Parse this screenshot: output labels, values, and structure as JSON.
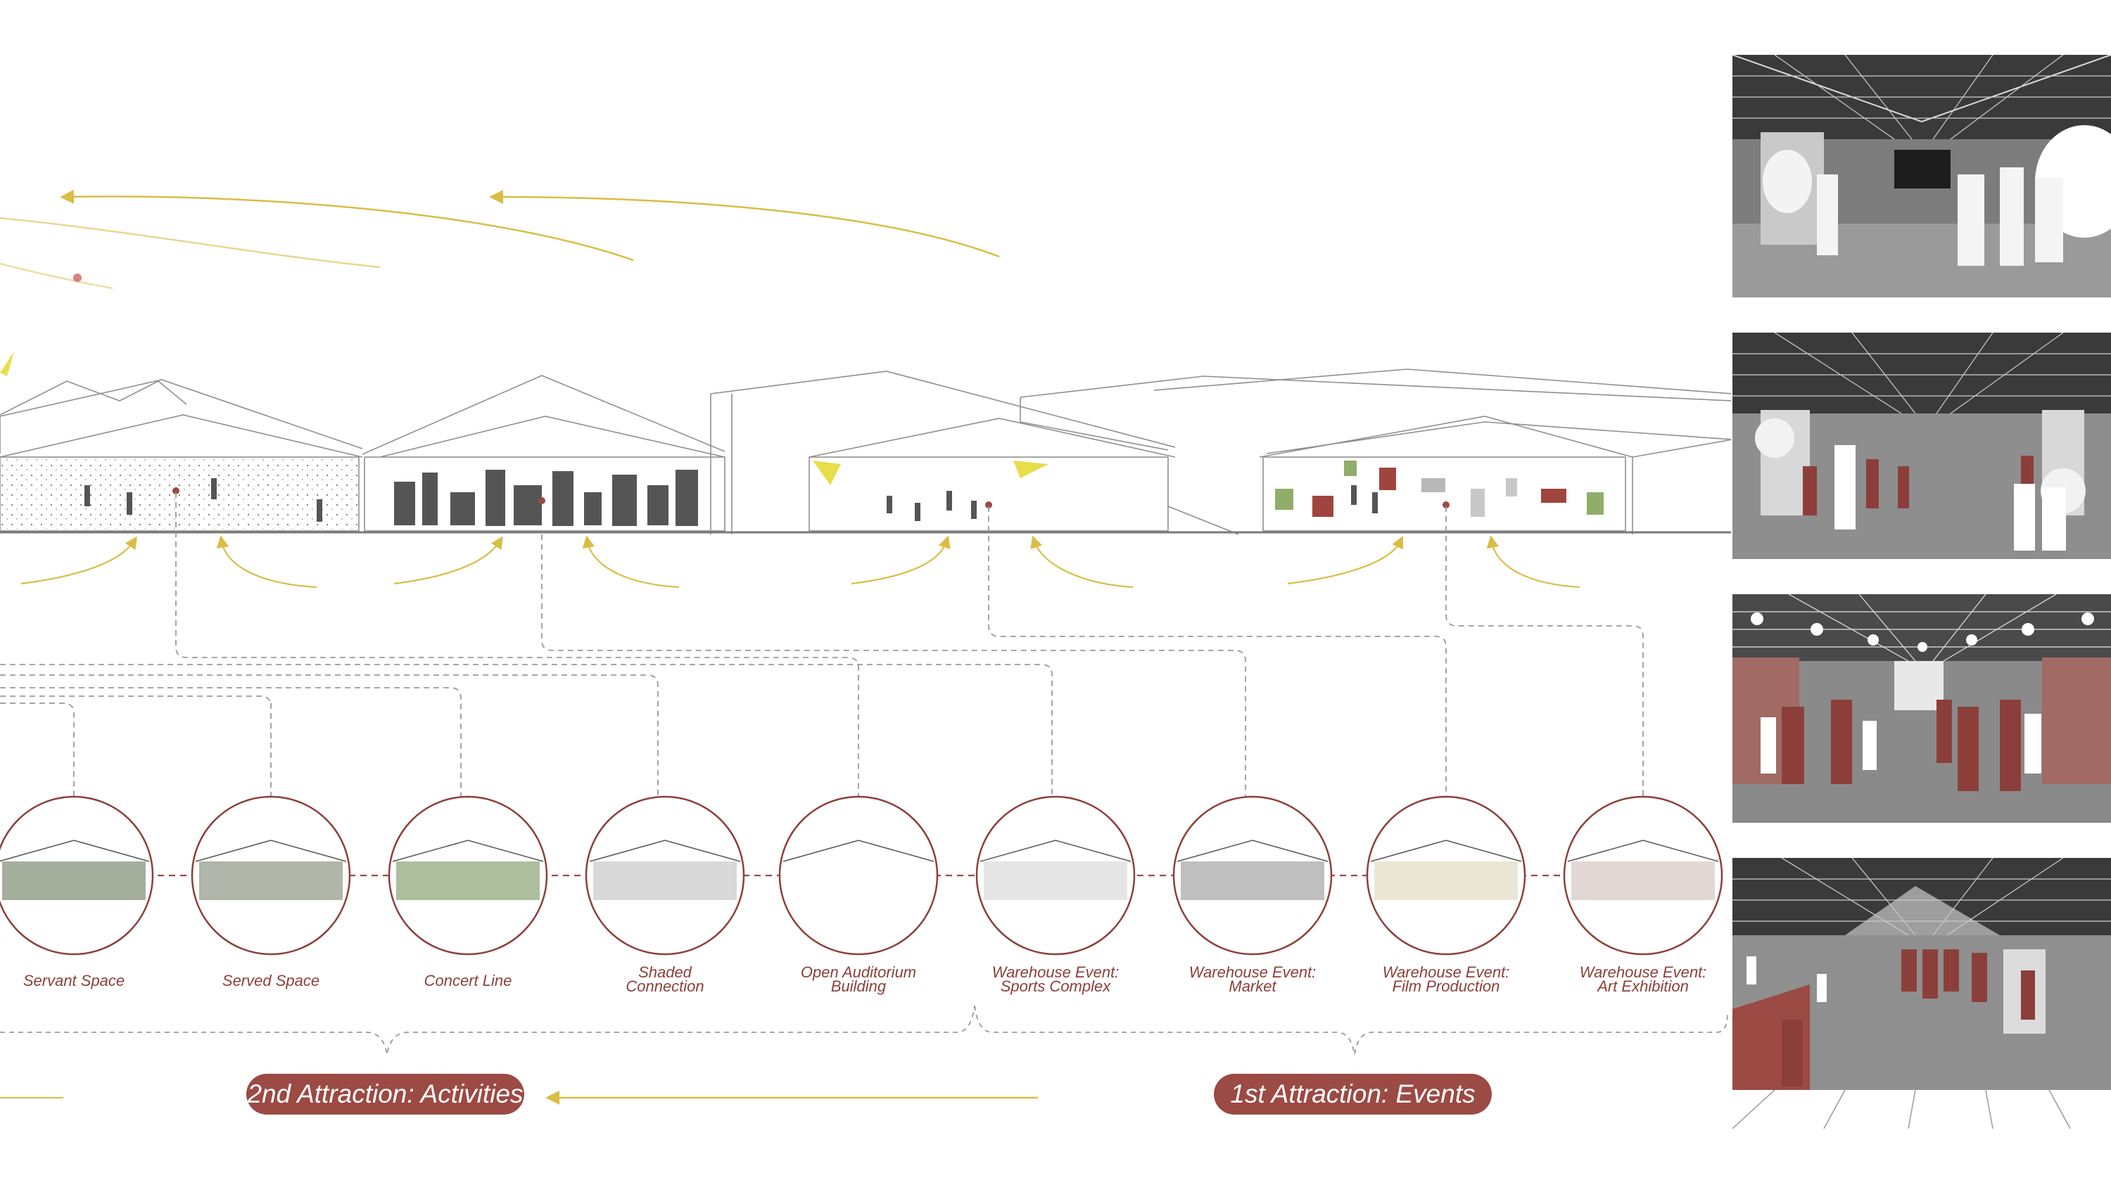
{
  "circles": [
    {
      "id": "servant",
      "lines": [
        "Servant Space"
      ]
    },
    {
      "id": "served",
      "lines": [
        "Served Space"
      ]
    },
    {
      "id": "concert",
      "lines": [
        "Concert Line"
      ]
    },
    {
      "id": "shaded",
      "lines": [
        "Shaded",
        "Connection"
      ]
    },
    {
      "id": "auditorium",
      "lines": [
        "Open Auditorium",
        "Building"
      ]
    },
    {
      "id": "sports",
      "lines": [
        "Warehouse Event:",
        "Sports Complex"
      ]
    },
    {
      "id": "market",
      "lines": [
        "Warehouse Event:",
        "Market"
      ]
    },
    {
      "id": "film",
      "lines": [
        "Warehouse Event:",
        "Film Production"
      ]
    },
    {
      "id": "art",
      "lines": [
        "Warehouse Event:",
        "Art Exhibition"
      ]
    }
  ],
  "attractions": {
    "activities": "2nd Attraction: Activities",
    "events": "1st Attraction: Events"
  },
  "colors": {
    "accent_red": "#9b4a44",
    "arrow_yellow": "#d9bd45",
    "line_grey": "#9a9a9a",
    "ground_line": "#7a7a7a"
  },
  "photos": [
    {
      "id": "art-exhibition-photo",
      "icon": "gallery-scene"
    },
    {
      "id": "film-production-photo",
      "icon": "studio-scene"
    },
    {
      "id": "market-photo",
      "icon": "market-scene"
    },
    {
      "id": "sports-complex-photo",
      "icon": "sports-scene"
    }
  ]
}
